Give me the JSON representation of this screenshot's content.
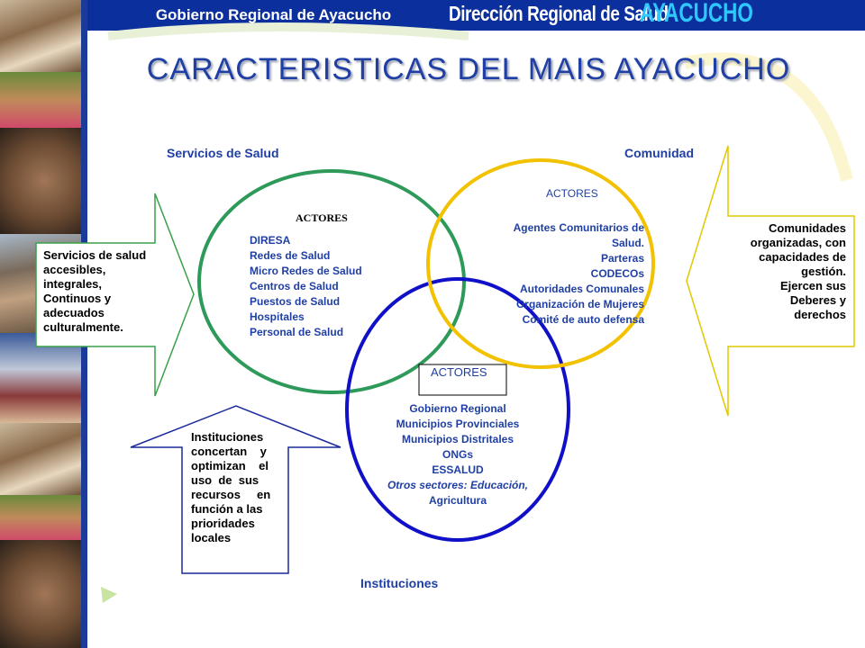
{
  "header": {
    "left_title": "Gobierno Regional de Ayacucho",
    "right_title": "Dirección Regional de Salud",
    "right_city": "AYACUCHO"
  },
  "slide": {
    "title": "CARACTERISTICAS DEL MAIS AYACUCHO"
  },
  "labels": {
    "servicios": "Servicios de Salud",
    "comunidad": "Comunidad",
    "instituciones": "Instituciones"
  },
  "green_circle": {
    "heading": "ACTORES",
    "items": [
      "DIRESA",
      "Redes de Salud",
      "Micro Redes de Salud",
      "Centros de Salud",
      "Puestos de Salud",
      "Hospitales",
      "Personal de Salud"
    ]
  },
  "yellow_circle": {
    "heading": "ACTORES",
    "items": [
      "Agentes Comunitarios de",
      "Salud.",
      "Parteras",
      "CODECOs",
      "Autoridades Comunales",
      "Organización de Mujeres",
      "Comité de auto defensa"
    ]
  },
  "blue_circle": {
    "heading": "ACTORES",
    "items": [
      "Gobierno Regional",
      "Municipios Provinciales",
      "Municipios Distritales",
      "ONGs",
      "ESSALUD",
      "Otros sectores: Educación,",
      "Agricultura"
    ]
  },
  "left_arrow": {
    "lines": [
      "Servicios de salud",
      "accesibles,",
      "integrales,",
      "Continuos y",
      "adecuados",
      "culturalmente."
    ]
  },
  "right_arrow": {
    "lines": [
      "Comunidades",
      "organizadas,  con",
      "capacidades de",
      "gestión.",
      "Ejercen sus",
      "Deberes y",
      "derechos"
    ]
  },
  "bottom_arrow": {
    "lines": [
      "Instituciones",
      "concertan    y",
      "optimizan    el",
      "uso  de  sus",
      "recursos     en",
      "función a las",
      "prioridades",
      "locales"
    ]
  },
  "colors": {
    "header_blue": "#0b2f9c",
    "text_blue": "#1f3fa5",
    "green": "#2e9a5a",
    "yellow": "#f2c200",
    "blue": "#1010c8"
  }
}
